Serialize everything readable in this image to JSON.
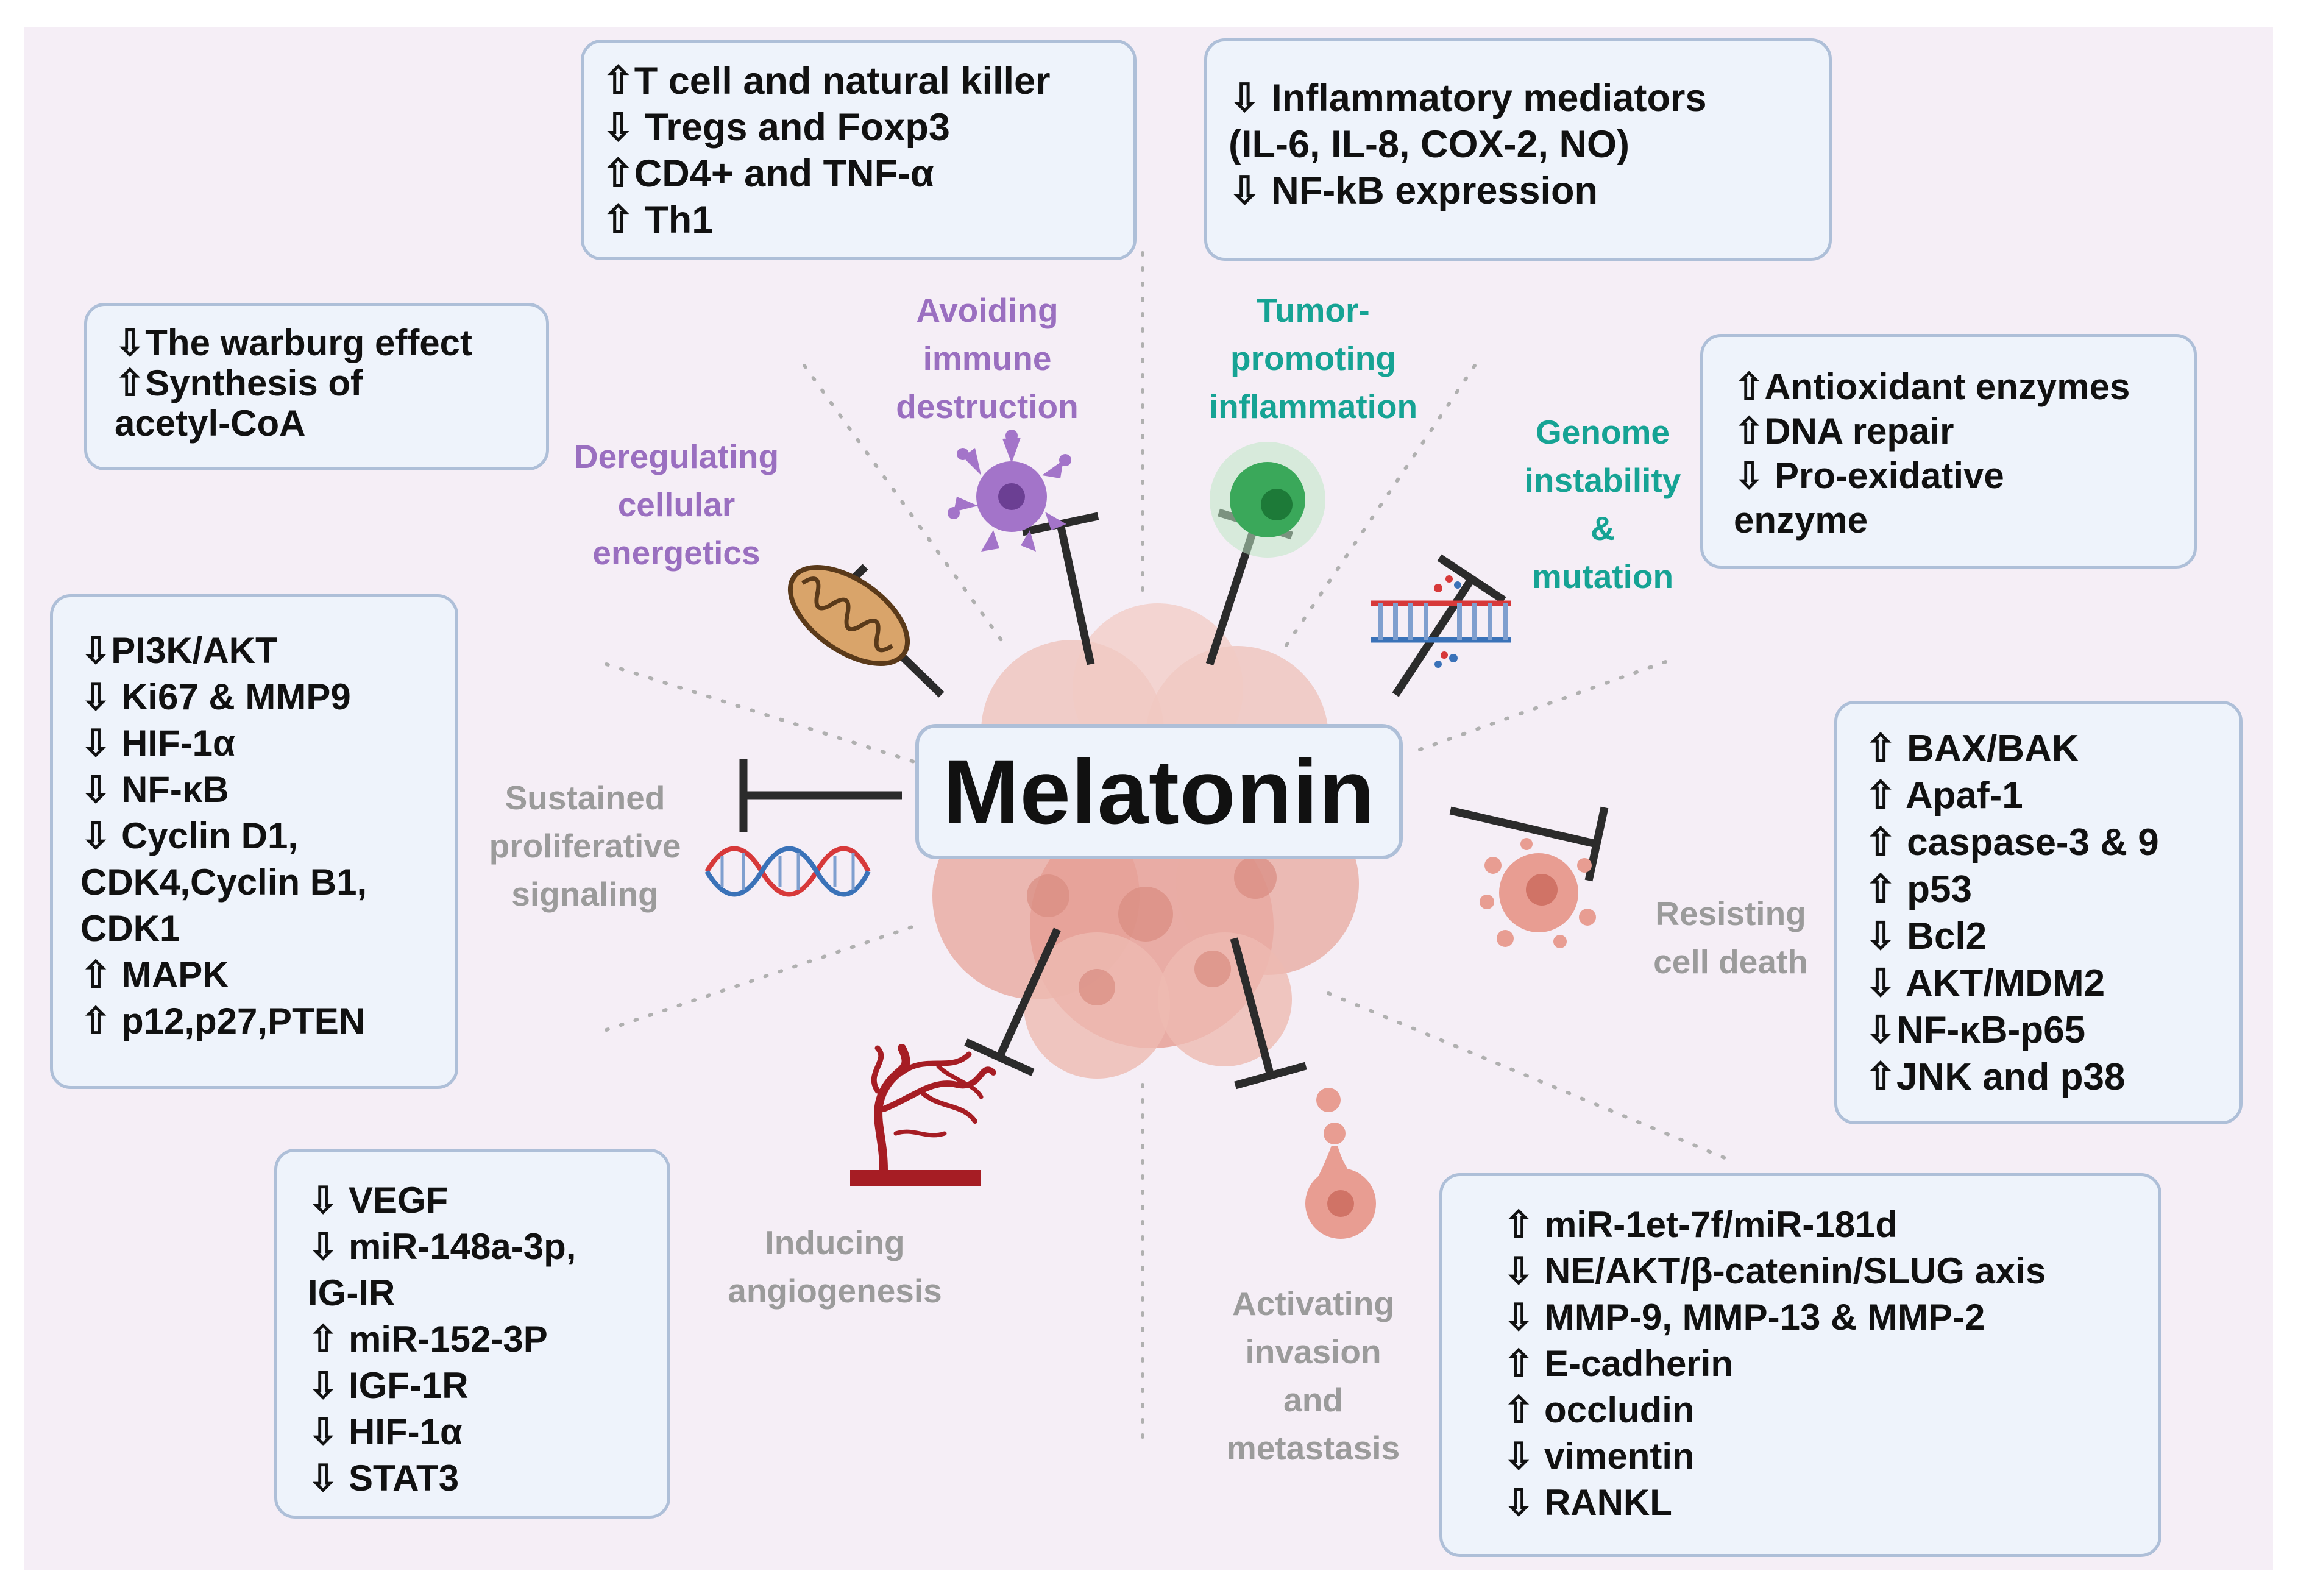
{
  "center": {
    "title": "Melatonin"
  },
  "hallmarks": {
    "immune": [
      "Avoiding",
      "immune",
      "destruction"
    ],
    "inflammation": [
      "Tumor-",
      "promoting",
      "inflammation"
    ],
    "genome": [
      "Genome",
      "instability",
      "&",
      "mutation"
    ],
    "energetics": [
      "Deregulating",
      "cellular",
      "energetics"
    ],
    "proliferative": [
      "Sustained",
      "proliferative",
      "signaling"
    ],
    "cell_death": [
      "Resisting",
      "cell death"
    ],
    "angiogenesis": [
      "Inducing",
      "angiogenesis"
    ],
    "invasion": [
      "Activating",
      "invasion",
      "and",
      "metastasis"
    ]
  },
  "boxes": {
    "immune": [
      "⇧T cell and natural killer",
      "⇩ Tregs and Foxp3",
      "⇧CD4+ and TNF-α",
      "⇧ Th1"
    ],
    "inflammation": [
      "⇩  Inflammatory mediators",
      "(IL-6, IL-8, COX-2, NO)",
      "⇩  NF-kB expression"
    ],
    "energetics": [
      "⇩The warburg effect",
      "⇧Synthesis of",
      "acetyl-CoA"
    ],
    "genome": [
      "⇧Antioxidant enzymes",
      "⇧DNA repair",
      "⇩ Pro-exidative",
      "enzyme"
    ],
    "proliferative": [
      "⇩PI3K/AKT",
      "⇩ Ki67 & MMP9",
      "⇩ HIF-1α",
      "⇩ NF-κB",
      "⇩  Cyclin D1,",
      "CDK4,Cyclin B1,",
      "CDK1",
      "⇧ MAPK",
      "⇧ p12,p27,PTEN"
    ],
    "cell_death": [
      "⇧  BAX/BAK",
      "⇧  Apaf-1",
      "⇧  caspase-3 & 9",
      "⇧  p53",
      "⇩  Bcl2",
      "⇩  AKT/MDM2",
      "⇩NF-κB-p65",
      "⇧JNK and p38"
    ],
    "angiogenesis": [
      "⇩  VEGF",
      "⇩  miR-148a-3p,",
      "IG-IR",
      "⇧  miR-152-3P",
      "⇩  IGF-1R",
      "⇩  HIF-1α",
      "⇩  STAT3"
    ],
    "invasion": [
      "⇧  miR-1et-7f/miR-181d",
      "⇩  NE/AKT/β-catenin/SLUG axis",
      "⇩  MMP-9, MMP-13 & MMP-2",
      "⇧  E-cadherin",
      "⇧  occludin",
      "⇩  vimentin",
      "⇩  RANKL"
    ]
  },
  "colors": {
    "background": "#f5eef6",
    "box_fill": "#eef3fb",
    "box_border": "#aebfd8",
    "purple_label": "#9a6fc0",
    "teal_label": "#16a394",
    "grey_label": "#9b9b9b",
    "inhibitor": "#2b2b2b",
    "tumor": "#e9a9a0"
  },
  "icons": [
    "mitochondrion-icon",
    "immune-cell-icon",
    "inflammation-cell-icon",
    "dna-repair-icon",
    "dna-helix-icon",
    "apoptotic-cell-icon",
    "blood-vessel-icon",
    "metastatic-cell-icon",
    "tumor-cluster-icon"
  ]
}
